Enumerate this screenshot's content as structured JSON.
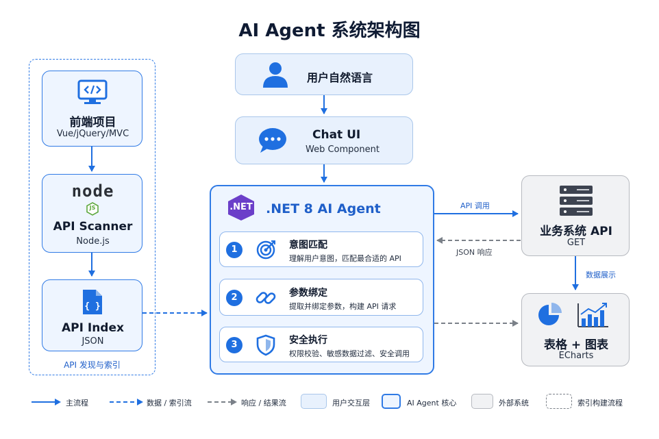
{
  "title": "AI Agent 系统架构图",
  "user_input": {
    "label": "用户自然语言"
  },
  "chat_ui": {
    "title": "Chat UI",
    "subtitle": "Web Component"
  },
  "agent": {
    "badge": ".NET",
    "title": ".NET 8 AI Agent",
    "steps": [
      {
        "num": "1",
        "title": "意图匹配",
        "desc": "理解用户意图，匹配最合适的 API"
      },
      {
        "num": "2",
        "title": "参数绑定",
        "desc": "提取并绑定参数，构建 API 请求"
      },
      {
        "num": "3",
        "title": "安全执行",
        "desc": "权限校验、敏感数据过滤、安全调用"
      }
    ]
  },
  "left_group": {
    "frontend": {
      "title": "前端项目",
      "subtitle": "Vue/jQuery/MVC"
    },
    "scanner": {
      "logo_text": "node",
      "logo_sub": "JS",
      "title": "API Scanner",
      "subtitle": "Node.js"
    },
    "index": {
      "title": "API Index",
      "subtitle": "JSON"
    },
    "caption": "API 发现与索引"
  },
  "business_api": {
    "title": "业务系统 API",
    "subtitle": "GET"
  },
  "charts_box": {
    "title": "表格 + 图表",
    "subtitle": "ECharts"
  },
  "edge_labels": {
    "api_call": "API 调用",
    "json_response": "JSON 响应",
    "data_display": "数据展示"
  },
  "legend": [
    {
      "label": "主流程"
    },
    {
      "label": "数据 / 索引流"
    },
    {
      "label": "响应 / 结果流"
    },
    {
      "label": "用户交互层"
    },
    {
      "label": "AI Agent 核心"
    },
    {
      "label": "外部系统"
    },
    {
      "label": "索引构建流程"
    }
  ],
  "colors": {
    "primary": "#1f6fe0",
    "gray_arrow": "#7a8088",
    "user_fill": "#e8f1fd",
    "core_fill": "#eef5ff",
    "external_fill": "#f1f2f4"
  },
  "icons": [
    "user-icon",
    "chat-bubble-icon",
    "code-monitor-icon",
    "json-file-icon",
    "target-icon",
    "link-icon",
    "shield-icon",
    "server-icon",
    "pie-chart-icon",
    "bar-chart-icon"
  ]
}
